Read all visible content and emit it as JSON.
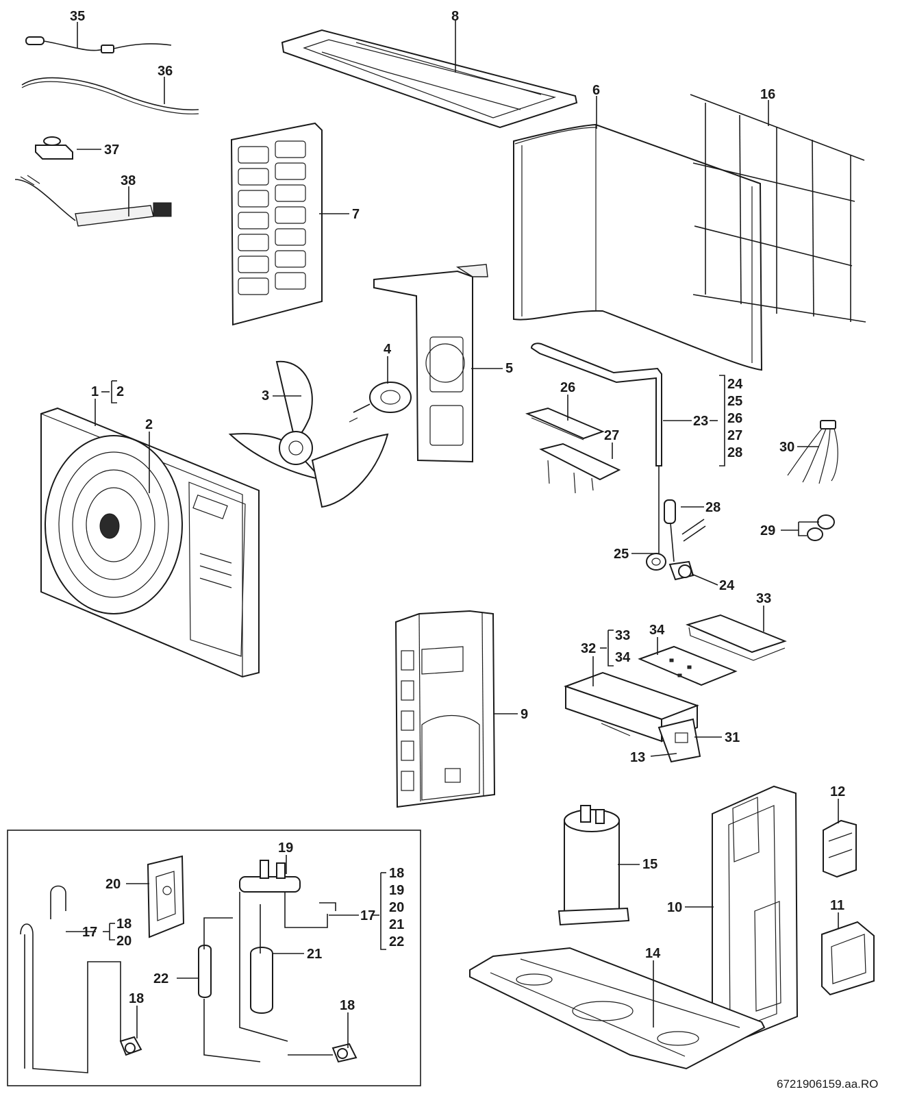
{
  "labels": {
    "l35": "35",
    "l36": "36",
    "l37": "37",
    "l38": "38",
    "l8": "8",
    "l6": "6",
    "l16": "16",
    "l7": "7",
    "l4": "4",
    "l5": "5",
    "l3": "3",
    "l1": "1",
    "l1b": "2",
    "l2": "2",
    "l26": "26",
    "l27": "27",
    "l23": "23",
    "l23s": [
      "24",
      "25",
      "26",
      "27",
      "28"
    ],
    "l30": "30",
    "l28": "28",
    "l29": "29",
    "l25": "25",
    "l24": "24",
    "l33": "33",
    "l34": "34",
    "l32": "32",
    "l32s": [
      "33",
      "34"
    ],
    "l9": "9",
    "l31": "31",
    "l13": "13",
    "l12": "12",
    "l15": "15",
    "l10": "10",
    "l11": "11",
    "l14": "14",
    "l19": "19",
    "l20": "20",
    "l17a": "17",
    "l17as": [
      "18",
      "20"
    ],
    "l17b": "17",
    "l17bs": [
      "18",
      "19",
      "20",
      "21",
      "22"
    ],
    "l21": "21",
    "l22": "22",
    "l18a": "18",
    "l18b": "18"
  },
  "reference": "6721906159.aa.RO"
}
